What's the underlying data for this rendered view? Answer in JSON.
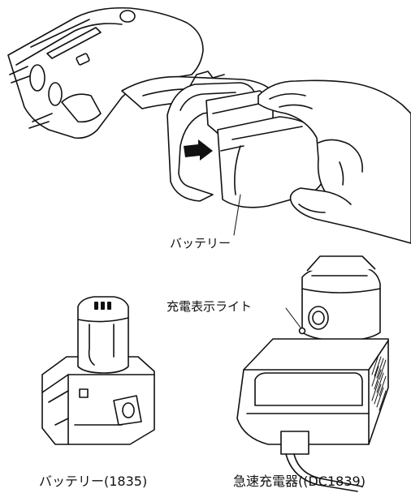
{
  "labels": {
    "battery_pointer": "バッテリー",
    "charge_light": "充電表示ライト",
    "battery_caption": "バッテリー(1835)",
    "charger_caption": "急速充電器((DC1839)"
  }
}
